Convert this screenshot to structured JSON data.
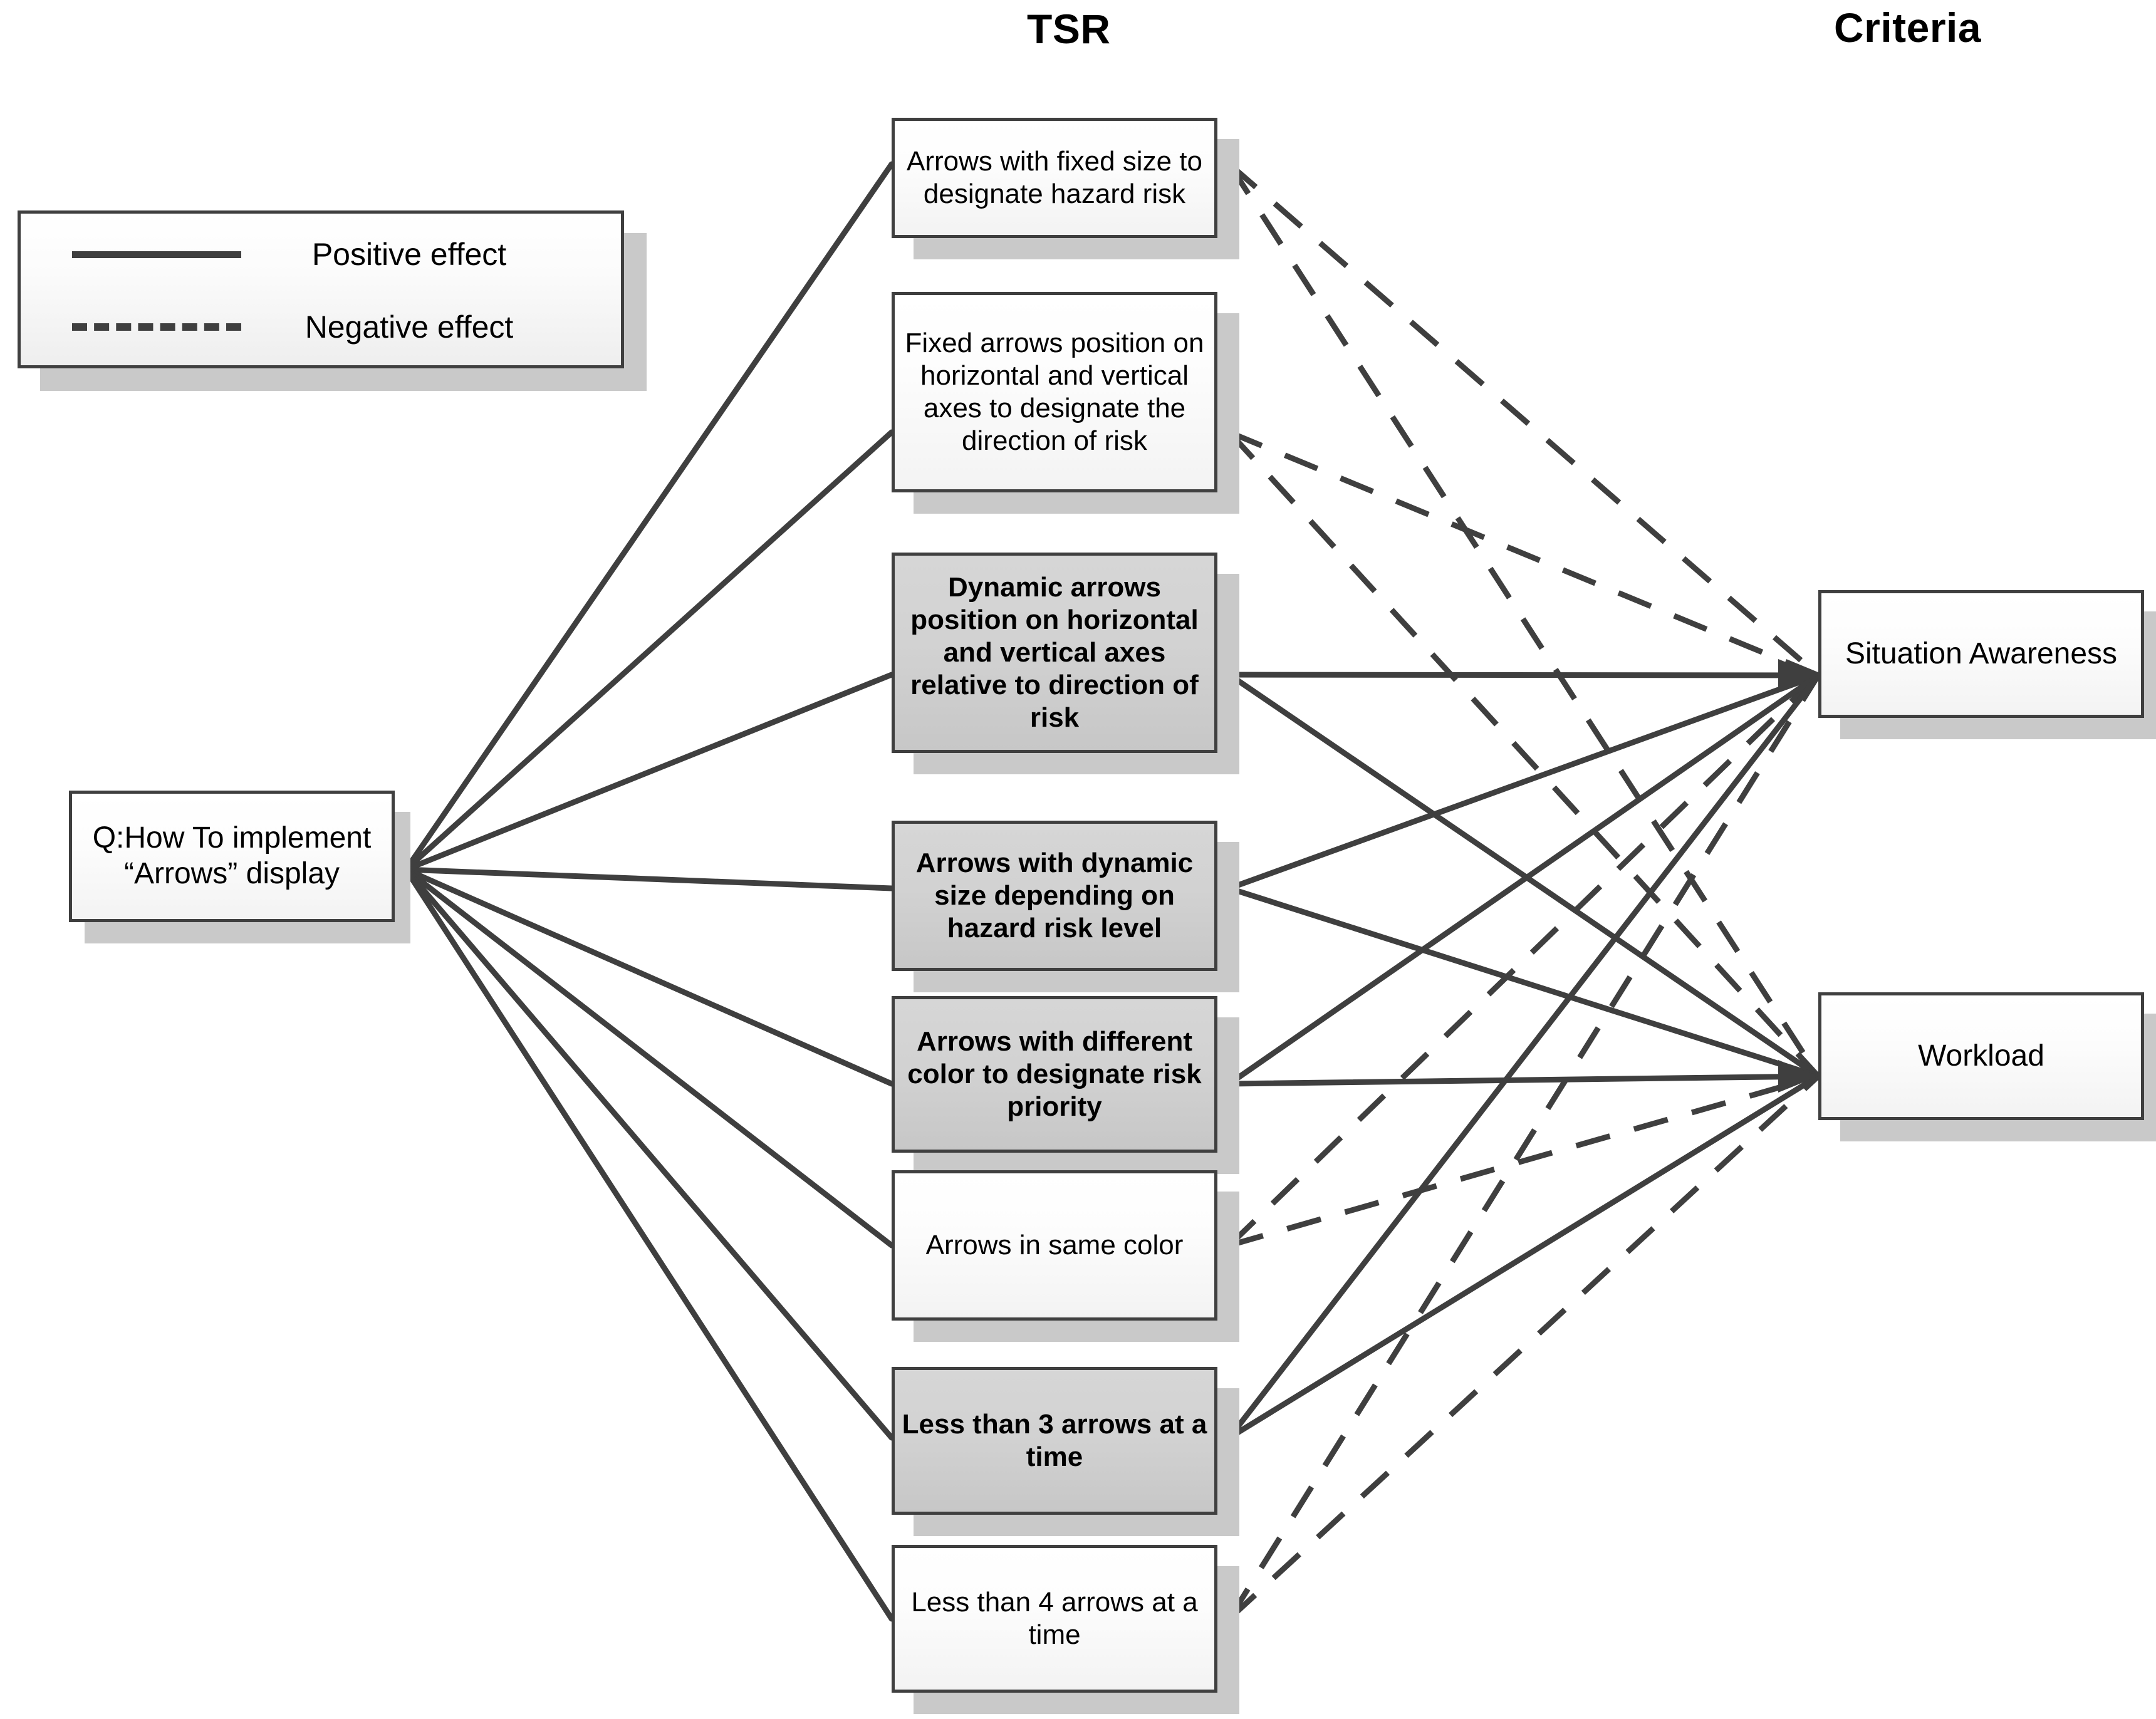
{
  "headers": {
    "tsr": "TSR",
    "criteria": "Criteria"
  },
  "legend": {
    "positive_label": "Positive effect",
    "negative_label": "Negative effect",
    "positive_style": "solid",
    "negative_style": "dashed",
    "line_color": "#3f3f3f"
  },
  "question": {
    "label": "Q:How To implement “Arrows” display"
  },
  "tsr_nodes": [
    {
      "id": "tsr1",
      "label": "Arrows with fixed size  to designate hazard  risk",
      "highlighted": false
    },
    {
      "id": "tsr2",
      "label": "Fixed arrows position on horizontal and vertical axes to designate the direction of risk",
      "highlighted": false
    },
    {
      "id": "tsr3",
      "label": "Dynamic arrows position on horizontal and vertical axes relative to direction of risk",
      "highlighted": true
    },
    {
      "id": "tsr4",
      "label": "Arrows with dynamic size depending on hazard risk level",
      "highlighted": true
    },
    {
      "id": "tsr5",
      "label": "Arrows  with different color  to designate risk priority",
      "highlighted": true
    },
    {
      "id": "tsr6",
      "label": "Arrows  in same color",
      "highlighted": false
    },
    {
      "id": "tsr7",
      "label": "Less than 3 arrows at a time",
      "highlighted": true
    },
    {
      "id": "tsr8",
      "label": "Less than 4 arrows at a time",
      "highlighted": false
    }
  ],
  "criteria_nodes": [
    {
      "id": "crit1",
      "label": "Situation Awareness"
    },
    {
      "id": "crit2",
      "label": "Workload"
    }
  ],
  "chart_data": {
    "type": "diagram",
    "title": "",
    "columns": [
      "TSR",
      "Criteria"
    ],
    "nodes": [
      {
        "id": "q",
        "column": "question",
        "label": "Q:How To implement “Arrows” display",
        "highlighted": false
      },
      {
        "id": "tsr1",
        "column": "TSR",
        "label": "Arrows with fixed size  to designate hazard  risk",
        "highlighted": false
      },
      {
        "id": "tsr2",
        "column": "TSR",
        "label": "Fixed arrows position on horizontal and vertical axes to designate the direction of risk",
        "highlighted": false
      },
      {
        "id": "tsr3",
        "column": "TSR",
        "label": "Dynamic arrows position on horizontal and vertical axes relative to direction of risk",
        "highlighted": true
      },
      {
        "id": "tsr4",
        "column": "TSR",
        "label": "Arrows with dynamic size depending on hazard risk level",
        "highlighted": true
      },
      {
        "id": "tsr5",
        "column": "TSR",
        "label": "Arrows  with different color  to designate risk priority",
        "highlighted": true
      },
      {
        "id": "tsr6",
        "column": "TSR",
        "label": "Arrows  in same color",
        "highlighted": false
      },
      {
        "id": "tsr7",
        "column": "TSR",
        "label": "Less than 3 arrows at a time",
        "highlighted": true
      },
      {
        "id": "tsr8",
        "column": "TSR",
        "label": "Less than 4 arrows at a time",
        "highlighted": false
      },
      {
        "id": "crit1",
        "column": "Criteria",
        "label": "Situation Awareness",
        "highlighted": false
      },
      {
        "id": "crit2",
        "column": "Criteria",
        "label": "Workload",
        "highlighted": false
      }
    ],
    "edges": [
      {
        "from": "q",
        "to": "tsr1",
        "effect": "positive"
      },
      {
        "from": "q",
        "to": "tsr2",
        "effect": "positive"
      },
      {
        "from": "q",
        "to": "tsr3",
        "effect": "positive"
      },
      {
        "from": "q",
        "to": "tsr4",
        "effect": "positive"
      },
      {
        "from": "q",
        "to": "tsr5",
        "effect": "positive"
      },
      {
        "from": "q",
        "to": "tsr6",
        "effect": "positive"
      },
      {
        "from": "q",
        "to": "tsr7",
        "effect": "positive"
      },
      {
        "from": "q",
        "to": "tsr8",
        "effect": "positive"
      },
      {
        "from": "tsr1",
        "to": "crit1",
        "effect": "negative"
      },
      {
        "from": "tsr1",
        "to": "crit2",
        "effect": "negative"
      },
      {
        "from": "tsr2",
        "to": "crit1",
        "effect": "negative"
      },
      {
        "from": "tsr2",
        "to": "crit2",
        "effect": "negative"
      },
      {
        "from": "tsr3",
        "to": "crit1",
        "effect": "positive"
      },
      {
        "from": "tsr3",
        "to": "crit2",
        "effect": "positive"
      },
      {
        "from": "tsr4",
        "to": "crit1",
        "effect": "positive"
      },
      {
        "from": "tsr4",
        "to": "crit2",
        "effect": "positive"
      },
      {
        "from": "tsr5",
        "to": "crit1",
        "effect": "positive"
      },
      {
        "from": "tsr5",
        "to": "crit2",
        "effect": "positive"
      },
      {
        "from": "tsr6",
        "to": "crit1",
        "effect": "negative"
      },
      {
        "from": "tsr6",
        "to": "crit2",
        "effect": "negative"
      },
      {
        "from": "tsr7",
        "to": "crit1",
        "effect": "positive"
      },
      {
        "from": "tsr7",
        "to": "crit2",
        "effect": "positive"
      },
      {
        "from": "tsr8",
        "to": "crit1",
        "effect": "negative"
      },
      {
        "from": "tsr8",
        "to": "crit2",
        "effect": "negative"
      }
    ],
    "legend": [
      {
        "label": "Positive effect",
        "style": "solid"
      },
      {
        "label": "Negative effect",
        "style": "dashed"
      }
    ]
  }
}
